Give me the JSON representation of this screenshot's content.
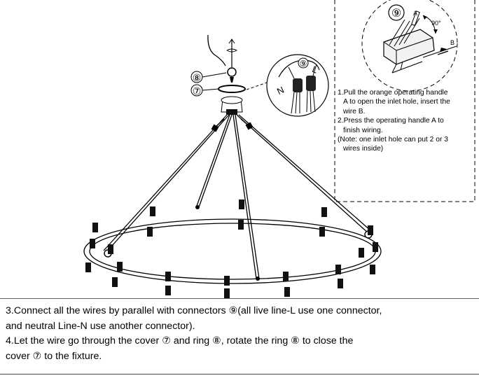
{
  "diagram": {
    "callouts": {
      "connector_number": "⑨",
      "handle_label": "A",
      "wire_label": "B",
      "angle_label": "90°",
      "neutral_label": "N",
      "live_label": "L",
      "ring_number": "⑧",
      "cover_number": "⑦"
    }
  },
  "note_box": {
    "step1_line1": "1.Pull the orange operating handle",
    "step1_line2": "A to open the inlet hole, insert the",
    "step1_line3": "wire B.",
    "step2_line1": "2.Press the operating handle A to",
    "step2_line2": "finish wiring.",
    "note_line1": "(Note: one inlet hole can put 2 or 3",
    "note_line2": "wires inside)"
  },
  "instructions": {
    "step3_line1": "3.Connect all the wires by parallel with connectors ⑨(all live line-L use one connector,",
    "step3_line2": "and neutral Line-N use another connector).",
    "step4_line1": "4.Let the wire go through the cover ⑦ and ring ⑧, rotate the ring ⑧ to close the",
    "step4_line2": "cover ⑦ to the fixture."
  }
}
